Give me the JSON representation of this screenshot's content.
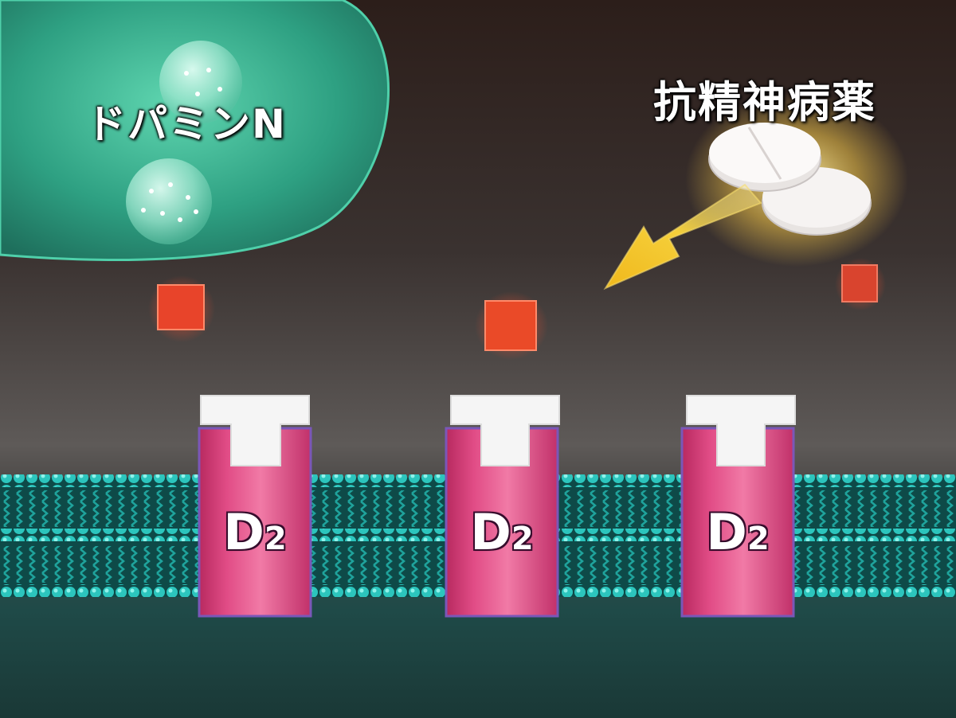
{
  "neuron": {
    "label": "ドパミンN"
  },
  "drug": {
    "label": "抗精神病薬"
  },
  "receptors": [
    {
      "label": "D",
      "subscript": "2"
    },
    {
      "label": "D",
      "subscript": "2"
    },
    {
      "label": "D",
      "subscript": "2"
    }
  ],
  "colors": {
    "background": "#2a2422",
    "neuron": "#2fa584",
    "receptor": "#e0457f",
    "membrane": "#1fb4ab",
    "dopamine": "#e8472a",
    "arrow": "#f4c52a"
  },
  "icons": {
    "tablet": "drug-tablet-icon",
    "arrow": "drug-arrow-icon",
    "dopamine": "dopamine-molecule-icon"
  }
}
